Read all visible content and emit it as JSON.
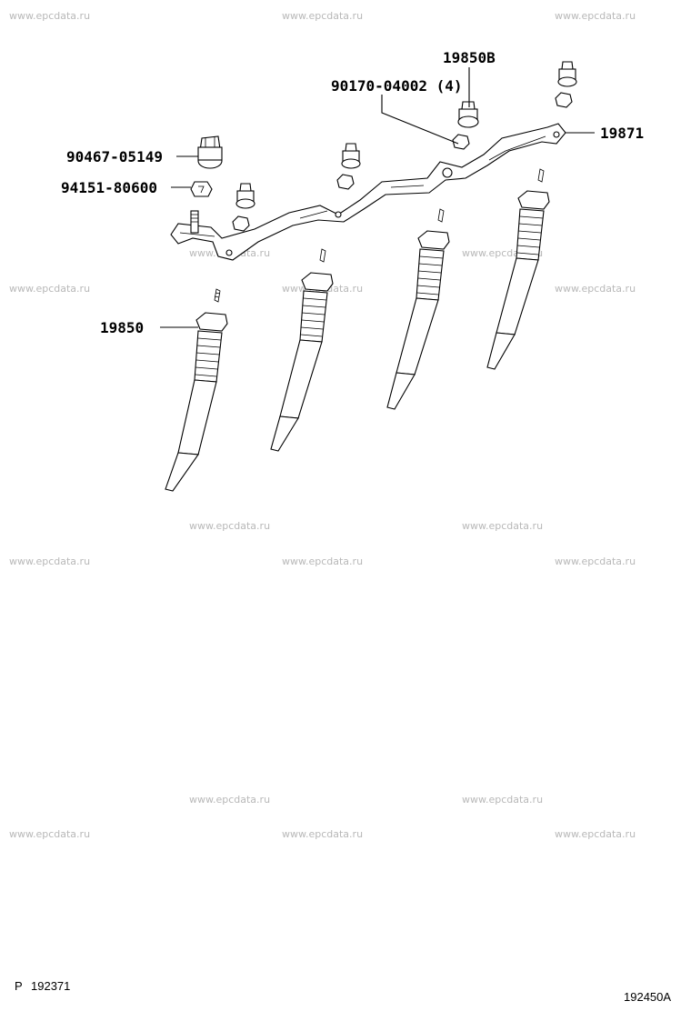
{
  "watermark": "www.epcdata.ru",
  "callouts": {
    "terminal_top": "19850B",
    "nut": "90170-04002 (4)",
    "busbar": "19871",
    "insulator_cap": "90467-05149",
    "washer_nut": "94151-80600",
    "glow_plug": "19850"
  },
  "footer": {
    "page_ref_symbol": "P",
    "page_ref": "192371",
    "illustration_code": "192450A"
  }
}
